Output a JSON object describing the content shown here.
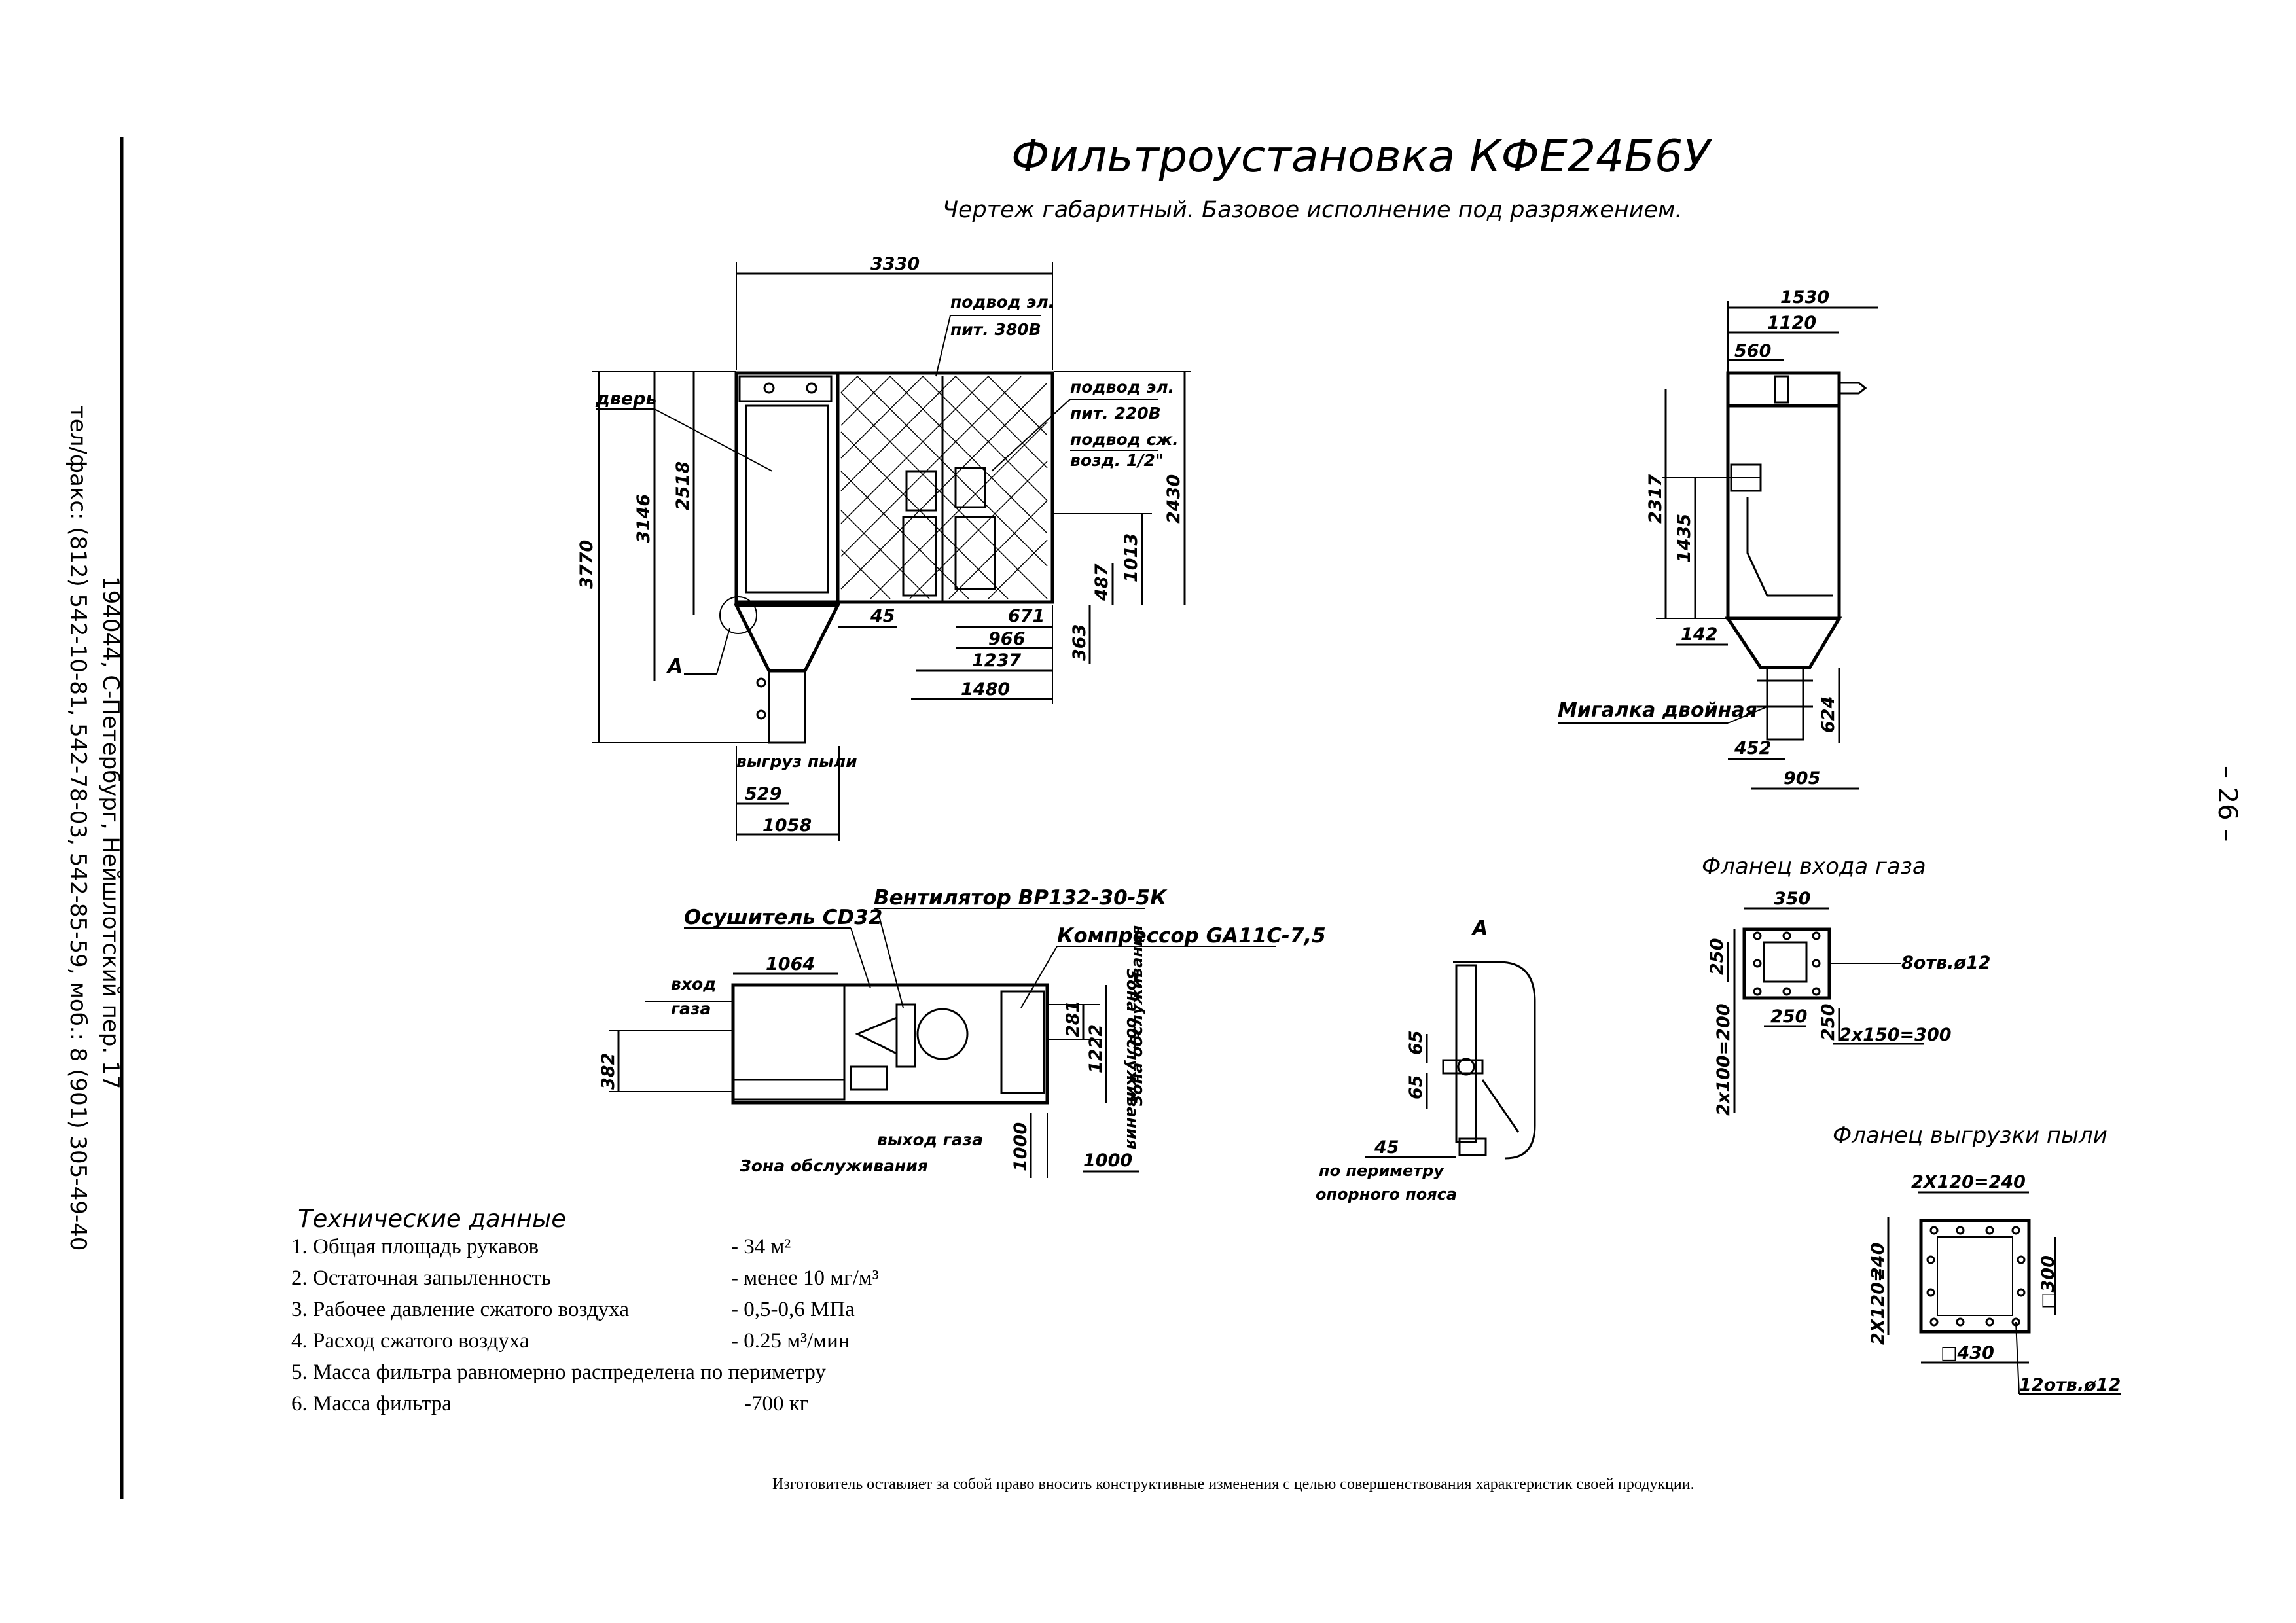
{
  "header": {
    "title": "Фильтроустановка КФЕ24Б6У",
    "subtitle": "Чертеж габаритный. Базовое исполнение под разряжением."
  },
  "side_contact": {
    "address": "194044, С-Петербург, Нейшлотский пер. 17",
    "phones": "тел/факс: (812) 542-10-81, 542-78-03, 542-85-59, моб.: 8 (901) 305-49-40"
  },
  "page_number": "– 26 –",
  "front_view": {
    "dims": {
      "overall_width": "3330",
      "height_total": "3770",
      "h_3146": "3146",
      "h_2518": "2518",
      "h_2430": "2430",
      "h_1013": "1013",
      "h_487": "487",
      "h_363": "363",
      "w_45": "45",
      "w_671": "671",
      "w_966": "966",
      "w_1237": "1237",
      "w_1480": "1480",
      "w_529": "529",
      "w_1058": "1058"
    },
    "labels": {
      "door": "дверь",
      "power_380": [
        "подвод эл.",
        "пит. 380В"
      ],
      "power_220": [
        "подвод эл.",
        "пит. 220В"
      ],
      "air_supply": [
        "подвод сж.",
        "возд. 1/2\""
      ],
      "dust_out": "выгруз пыли",
      "node_a": "А"
    }
  },
  "side_view": {
    "dims": {
      "w_1530": "1530",
      "w_1120": "1120",
      "w_560": "560",
      "h_2317": "2317",
      "h_1435": "1435",
      "w_142": "142",
      "h_624": "624",
      "w_452": "452",
      "w_905": "905"
    },
    "labels": {
      "valve": "Мигалка двойная"
    }
  },
  "plan_view": {
    "labels": {
      "dryer": "Осушитель CD32",
      "fan": "Вентилятор ВР132-30-5К",
      "compressor": "Компрессор GA11C-7,5",
      "gas_in": [
        "вход",
        "газа"
      ],
      "gas_out": "выход газа",
      "service_zone": "Зона обслуживания"
    },
    "dims": {
      "w_1064": "1064",
      "h_382": "382",
      "h_281": "281",
      "h_1222": "1222",
      "d_1000a": "1000",
      "d_1000b": "1000"
    }
  },
  "detail_a": {
    "title": "А",
    "dims": {
      "d_65a": "65",
      "d_65b": "65",
      "d_45": "45"
    },
    "note": [
      "по периметру",
      "опорного пояса"
    ]
  },
  "flange_gas_inlet": {
    "title": "Фланец входа газа",
    "dims": {
      "w_350": "350",
      "h_250": "250",
      "inner_250": "250",
      "inner_h_250": "250",
      "holes": "8отв.ø12",
      "h_pitch": "2x100=200",
      "w_pitch": "2x150=300"
    }
  },
  "flange_dust_outlet": {
    "title": "Фланец выгрузки пыли",
    "dims": {
      "top_pitch": "2X120=240",
      "left_pitch_a": "240",
      "left_pitch_b": "2X120=",
      "right_sq": "□300",
      "bottom_sq": "□430",
      "holes": "12отв.ø12"
    }
  },
  "technical_data": {
    "title": "Технические данные",
    "rows": [
      {
        "label": "1. Общая площадь рукавов",
        "value": "- 34 м²"
      },
      {
        "label": "2. Остаточная запыленность",
        "value": "- менее 10 мг/м³"
      },
      {
        "label": "3. Рабочее давление сжатого воздуха",
        "value": "- 0,5-0,6 МПа"
      },
      {
        "label": "4. Расход сжатого воздуха",
        "value": "- 0.25 м³/мин"
      },
      {
        "label": "5. Масса фильтра равномерно распределена по периметру",
        "value": ""
      },
      {
        "label": "6. Масса фильтра",
        "value": "-700 кг"
      }
    ]
  },
  "footer": {
    "disclaimer": "Изготовитель оставляет за собой право вносить конструктивные изменения с целью совершенствования характеристик своей продукции."
  }
}
